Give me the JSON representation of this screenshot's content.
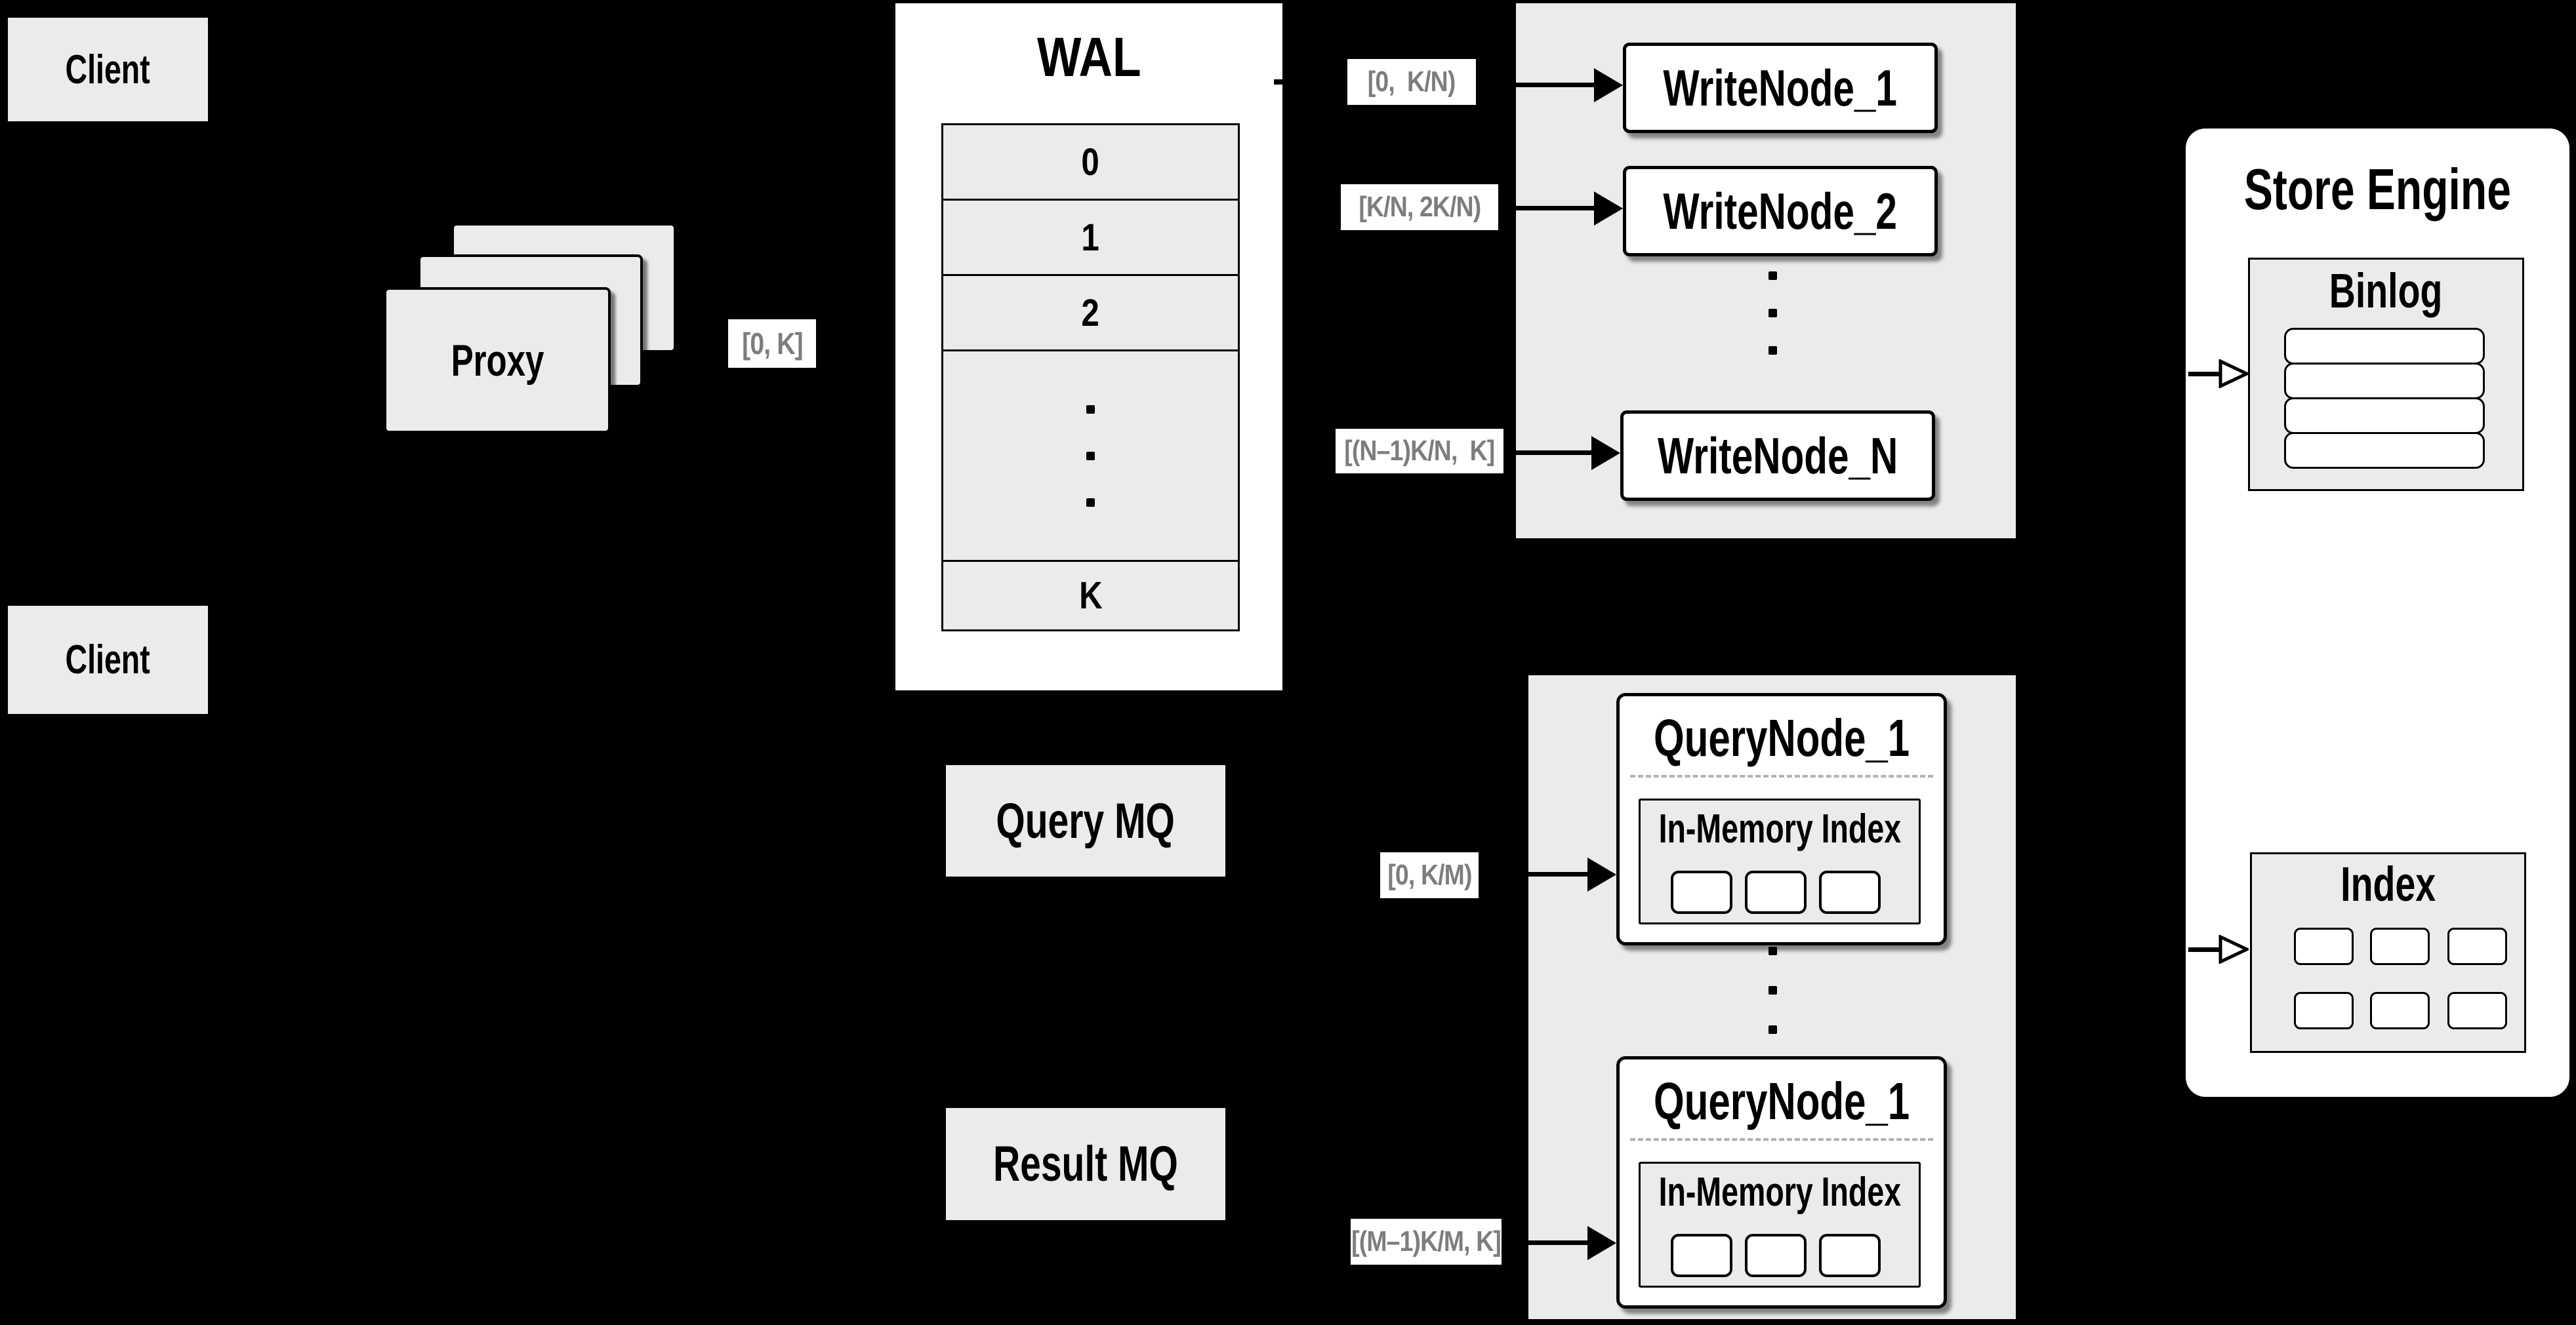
{
  "colors": {
    "background": "#000000",
    "box_fill": "#ebebeb",
    "node_fill": "#ffffff",
    "border": "#000000",
    "label_text": "#7d7d7d",
    "dash": "#b0b0b0"
  },
  "client_top": {
    "label": "Client"
  },
  "client_bottom": {
    "label": "Client"
  },
  "proxy": {
    "label": "Proxy"
  },
  "range_labels": {
    "proxy_to_wal": "[0, K]",
    "to_write_node_1": "[0,  K/N)",
    "to_write_node_2": "[K/N, 2K/N)",
    "to_write_node_n": "[(N–1)K/N,  K]",
    "to_query_node_1": "[0, K/M)",
    "to_query_node_m": "[(M–1)K/M, K]"
  },
  "wal": {
    "title": "WAL",
    "rows": [
      "0",
      "1",
      "2"
    ],
    "last_row": "K"
  },
  "write_nodes": {
    "node_1": "WriteNode_1",
    "node_2": "WriteNode_2",
    "node_n": "WriteNode_N"
  },
  "query_mq": {
    "label": "Query MQ"
  },
  "result_mq": {
    "label": "Result MQ"
  },
  "query_nodes": {
    "node_top": {
      "title": "QueryNode_1",
      "inmem_title": "In-Memory Index"
    },
    "node_bottom": {
      "title": "QueryNode_1",
      "inmem_title": "In-Memory Index"
    }
  },
  "store_engine": {
    "title": "Store Engine",
    "binlog_title": "Binlog",
    "index_title": "Index"
  }
}
